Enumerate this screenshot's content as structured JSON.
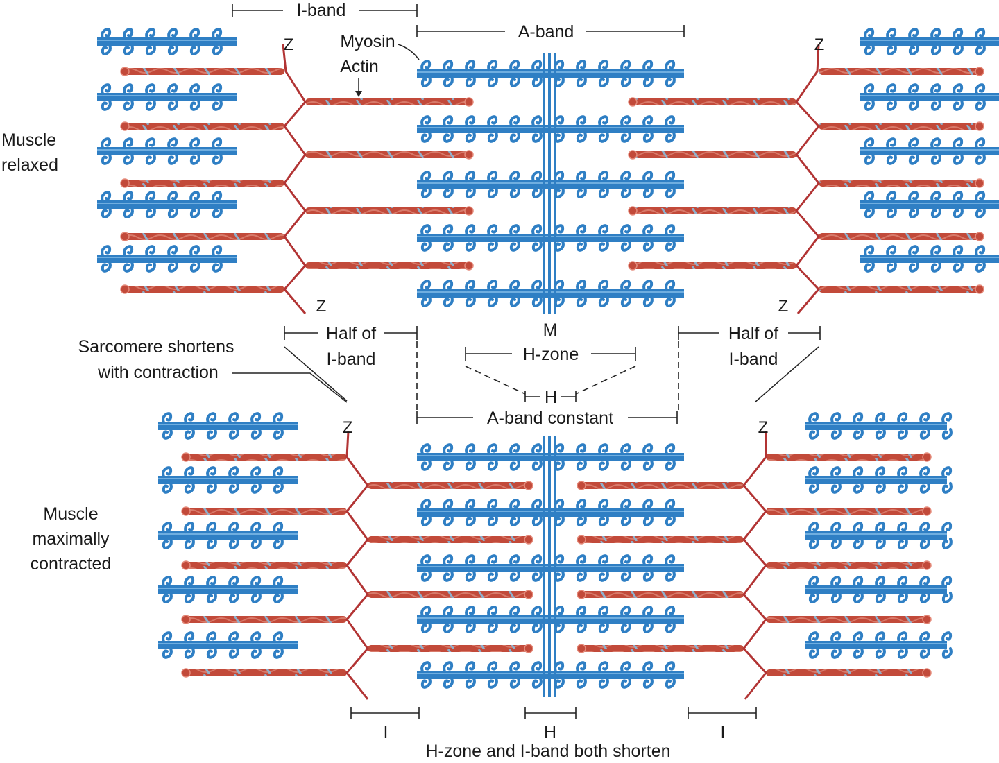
{
  "colors": {
    "myosin": "#2f7fc4",
    "myosin_light": "#6faee0",
    "actin": "#c24a3a",
    "actin_stripe": "#8fb0cc",
    "zdisc": "#b23434",
    "text": "#1a1a1a"
  },
  "labels": {
    "i_band": "I-band",
    "a_band": "A-band",
    "myosin": "Myosin",
    "actin": "Actin",
    "z": "Z",
    "m": "M",
    "muscle_relaxed_1": "Muscle",
    "muscle_relaxed_2": "relaxed",
    "half_of": "Half of",
    "i_band_2": "I-band",
    "h_zone": "H-zone",
    "h": "H",
    "sarcomere_1": "Sarcomere shortens",
    "sarcomere_2": "with contraction",
    "a_band_constant": "A-band constant",
    "muscle_contracted_1": "Muscle",
    "muscle_contracted_2": "maximally",
    "muscle_contracted_3": "contracted",
    "i": "I",
    "bottom_caption": "H-zone and I-band both shorten"
  },
  "states": [
    {
      "name": "Muscle relaxed",
      "z_line_gap": "wide"
    },
    {
      "name": "Muscle maximally contracted",
      "z_line_gap": "narrow"
    }
  ]
}
